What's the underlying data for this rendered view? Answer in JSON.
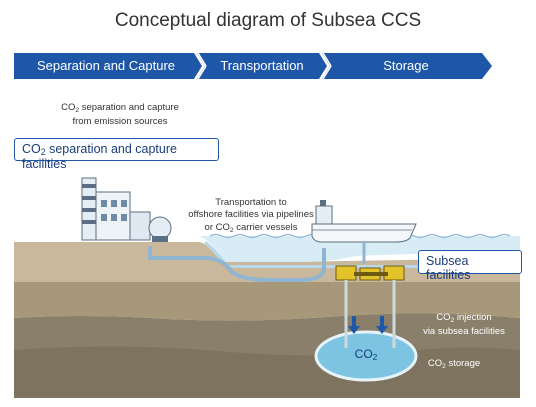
{
  "title": "Conceptual diagram of Subsea CCS",
  "stages": [
    "Separation and Capture",
    "Transportation",
    "Storage"
  ],
  "notes": {
    "capture_line1_pre": "CO",
    "capture_line1_sub": "2",
    "capture_line1_post": " separation and capture",
    "capture_line2": "from emission sources",
    "transport_line1": "Transportation to",
    "transport_line2": "offshore facilities via pipelines",
    "transport_line3_pre": "or CO",
    "transport_line3_sub": "2",
    "transport_line3_post": " carrier vessels",
    "injection_line1_pre": "CO",
    "injection_line1_sub": "2",
    "injection_line1_post": " injection",
    "injection_line2": "via subsea facilities",
    "storage_pre": "CO",
    "storage_sub": "2",
    "storage_post": " storage",
    "reservoir_pre": "CO",
    "reservoir_sub": "2"
  },
  "boxes": {
    "capture_pre": "CO",
    "capture_sub": "2",
    "capture_post": " separation and capture facilities",
    "subsea": "Subsea facilities"
  },
  "colors": {
    "stage_bar": "#1f57a8",
    "sky": "#ffffff",
    "ground_top": "#c9b89b",
    "ground_mid": "#a7987a",
    "ground_deep": "#8a7f6a",
    "sea": "#d8ecf6",
    "pipe": "#8fb5d2",
    "reservoir": "#7cc4e2",
    "arrow": "#1f57a8",
    "subsea_unit": "#e3c22a"
  }
}
